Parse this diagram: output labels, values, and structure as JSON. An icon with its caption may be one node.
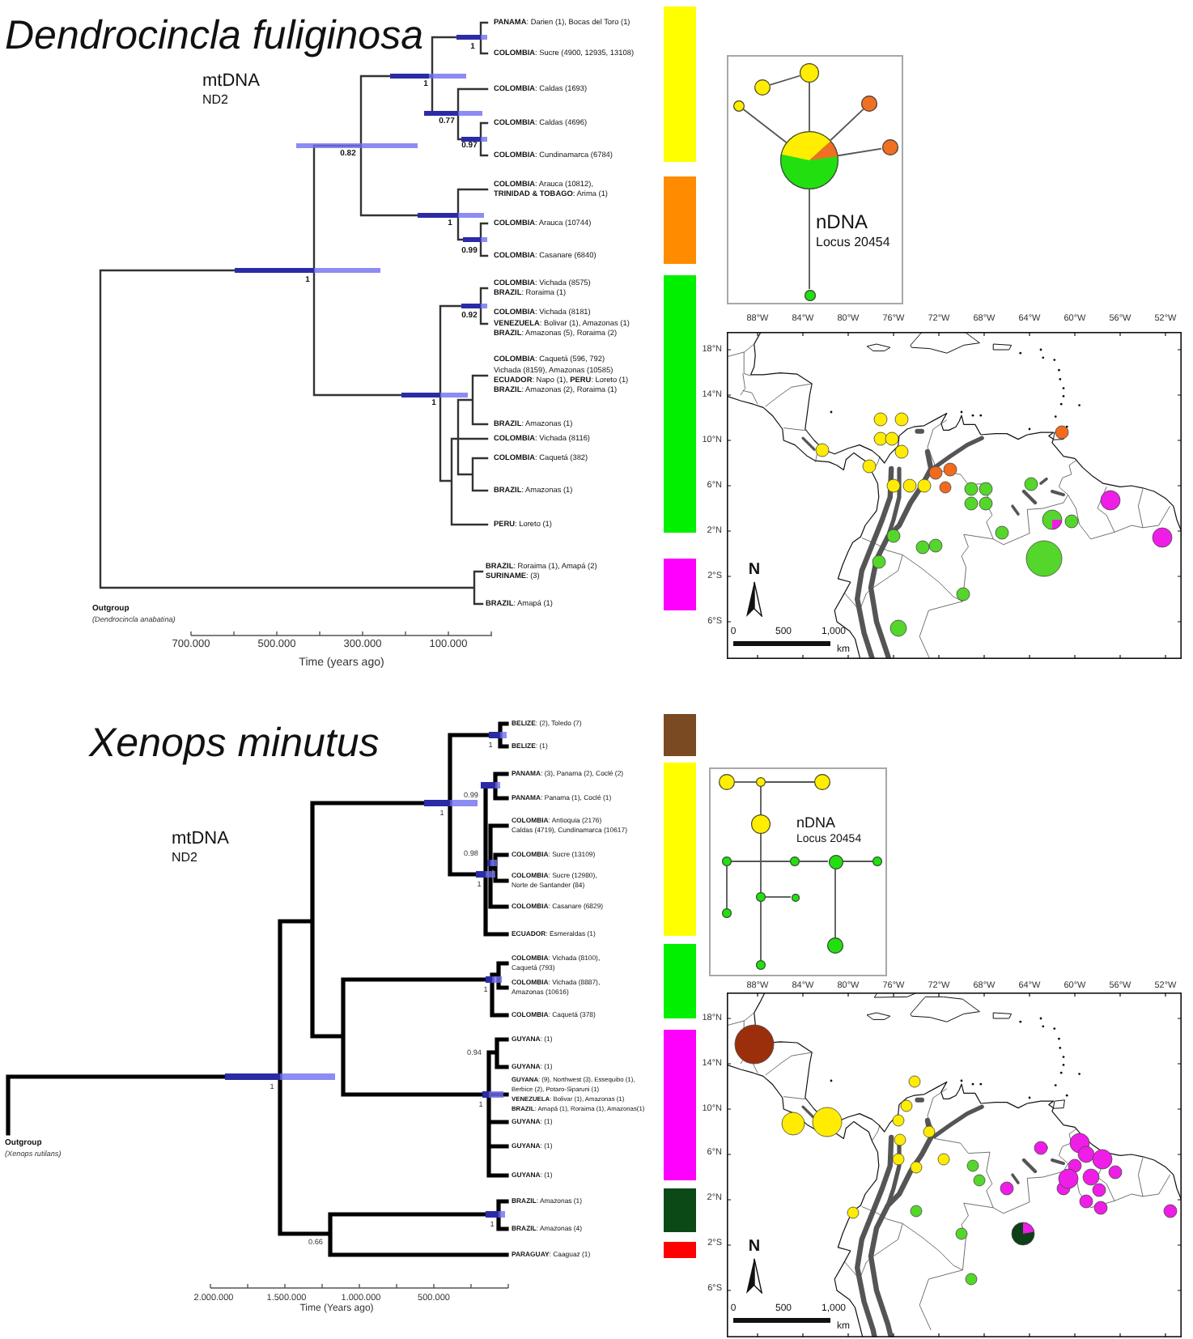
{
  "diagram": {
    "nodes": [
      {
        "text": [
          "nDNA",
          "Locus 20454"
        ]
      },
      {
        "text": [],
        "shape": "circle",
        "in": 0
      },
      {
        "text": [],
        "shape": "circle",
        "in": 0
      },
      {
        "text": [],
        "shape": "circle",
        "in": 0
      },
      {
        "text": [],
        "shape": "circle",
        "in": 0
      },
      {
        "text": [],
        "shape": "circle",
        "in": 0
      },
      {
        "text": [],
        "shape": "circle",
        "in": 0
      },
      {
        "text": [],
        "shape": "circle",
        "in": 0
      },
      {
        "text": [
          "nDNA",
          "Locus 20454"
        ]
      },
      {
        "text": [],
        "shape": "circle",
        "in": 8
      },
      {
        "text": [],
        "shape": "circle",
        "in": 8
      },
      {
        "text": [],
        "shape": "circle",
        "in": 8
      },
      {
        "text": [],
        "shape": "circle",
        "in": 8
      },
      {
        "text": [],
        "shape": "circle",
        "in": 8
      },
      {
        "text": [],
        "shape": "circle",
        "in": 8
      },
      {
        "text": [],
        "shape": "circle",
        "in": 8
      },
      {
        "text": [],
        "shape": "circle",
        "in": 8
      },
      {
        "text": [],
        "shape": "circle",
        "in": 8
      },
      {
        "text": [],
        "shape": "circle",
        "in": 8
      },
      {
        "text": [],
        "shape": "circle",
        "in": 8
      },
      {
        "text": [],
        "shape": "circle",
        "in": 8
      },
      {
        "text": [],
        "shape": "circle",
        "in": 8
      }
    ],
    "edges": [
      {
        "from": 2,
        "to": 1,
        "arrow": "none"
      },
      {
        "from": 1,
        "to": 6,
        "arrow": "none"
      },
      {
        "from": 4,
        "to": 6,
        "arrow": "none"
      },
      {
        "from": 3,
        "to": 6,
        "arrow": "none"
      },
      {
        "from": 5,
        "to": 6,
        "arrow": "none"
      },
      {
        "from": 6,
        "to": 7,
        "arrow": "none"
      },
      {
        "from": 9,
        "to": 10,
        "arrow": "none"
      },
      {
        "from": 10,
        "to": 11,
        "arrow": "none"
      },
      {
        "from": 10,
        "to": 12,
        "arrow": "none"
      },
      {
        "from": 12,
        "to": 17,
        "arrow": "none"
      },
      {
        "from": 13,
        "to": 14,
        "arrow": "none"
      },
      {
        "from": 14,
        "to": 15,
        "arrow": "none"
      },
      {
        "from": 15,
        "to": 16,
        "arrow": "none"
      },
      {
        "from": 17,
        "to": 18,
        "arrow": "none"
      },
      {
        "from": 17,
        "to": 21,
        "arrow": "none"
      },
      {
        "from": 13,
        "to": 19,
        "arrow": "none"
      },
      {
        "from": 15,
        "to": 20,
        "arrow": "none"
      }
    ],
    "labels": [
      "Dendrocincla fuliginosa",
      "mtDNA",
      "ND2",
      "**PANAMA**: Darien (1), Bocas del Toro (1)",
      "**COLOMBIA**: Sucre (4900, 12935, 13108)",
      "**COLOMBIA**: Caldas (1693)",
      "**COLOMBIA**: Caldas (4696)",
      "**COLOMBIA**: Cundinamarca (6784)",
      "**COLOMBIA**: Arauca (10812), **TRINIDAD & TOBAGO**: Arima (1)",
      "**COLOMBIA**: Arauca (10744)",
      "**COLOMBIA**: Casanare (6840)",
      "**COLOMBIA**: Vichada (8575) **BRAZIL**: Roraima (1)",
      "**COLOMBIA**: Vichada (8181) **VENEZUELA**: Bolivar (1), Amazonas (1) **BRAZIL**: Amazonas (5), Roraima (2)",
      "**COLOMBIA**: Caquetá (596, 792) Vichada (8159), Amazonas (10585) **ECUADOR**: Napo (1), **PERU**: Loreto (1) **BRAZIL**: Amazonas (2), Roraima (1)",
      "**BRAZIL**: Amazonas (1)",
      "**COLOMBIA**: Vichada (8116)",
      "**COLOMBIA**: Caquetá (382)",
      "**BRAZIL**: Amazonas (1)",
      "**PERU**: Loreto (1)",
      "**BRAZIL**: Roraima (1), Amapá (2) **SURINAME**: (3)",
      "**BRAZIL**: Amapá (1)",
      "1",
      "1",
      "0.77",
      "0.97",
      "0.82",
      "1",
      "0.99",
      "1",
      "0.92",
      "1",
      "Outgroup",
      "(Dendrocincla anabatina)",
      "700.000",
      "500.000",
      "300.000",
      "100.000",
      "Time (years ago)",
      "88°W",
      "84°W",
      "80°W",
      "76°W",
      "72°W",
      "68°W",
      "64°W",
      "60°W",
      "56°W",
      "52°W",
      "18°N",
      "14°N",
      "10°N",
      "6°N",
      "2°N",
      "2°S",
      "6°S",
      "N",
      "0",
      "500",
      "1,000",
      "km",
      "Xenops minutus",
      "mtDNA",
      "ND2",
      "**BELIZE**: (2), Toledo (7)",
      "**BELIZE**: (1)",
      "**PANAMA**: (3), Panama (2), Coclé (2)",
      "**PANAMA**: Panama (1), Coclé (1)",
      "**COLOMBIA**: Antioquia (2176) Caldas (4719), Cundinamarca (10617)",
      "**COLOMBIA**: Sucre (13109)",
      "**COLOMBIA**: Sucre (12980), Norte de Santander (84)",
      "**COLOMBIA**: Casanare (6829)",
      "**ECUADOR**: Esmeraldas (1)",
      "**COLOMBIA**: Vichada (8100), Caquetá (793)",
      "**COLOMBIA**: Vichada (8887), Amazonas (10616)",
      "**COLOMBIA**: Caquetá (378)",
      "**GUYANA**: (1)",
      "**GUYANA**: (1)",
      "**GUYANA**: (9), Northwest (3), Essequibo (1), Berbice (2), Potaro-Siparuni (1) **VENEZUELA**: Bolivar (1), Amazonas (1) **BRAZIL**: Amapá (1), Roraima (1), Amazonas(1)",
      "**GUYANA**: (1)",
      "**GUYANA**: (1)",
      "**GUYANA**: (1)",
      "**BRAZIL**: Amazonas (1)",
      "**BRAZIL**: Amazonas (4)",
      "**PARAGUAY**: Caaguaz (1)",
      "1",
      "0.99",
      "1",
      "0.98",
      "1",
      "1",
      "0.94",
      "1",
      "1",
      "1",
      "0.66",
      "Outgroup",
      "(Xenops rutilans)",
      "2.000.000",
      "1.500.000",
      "1.000.000",
      "500.000",
      "Time (Years ago)",
      "88°W",
      "84°W",
      "80°W",
      "76°W",
      "72°W",
      "68°W",
      "64°W",
      "60°W",
      "56°W",
      "52°W",
      "18°N",
      "14°N",
      "10°N",
      "6°N",
      "2°N",
      "2°S",
      "6°S",
      "N",
      "0",
      "500",
      "1,000",
      "km"
    ]
  }
}
